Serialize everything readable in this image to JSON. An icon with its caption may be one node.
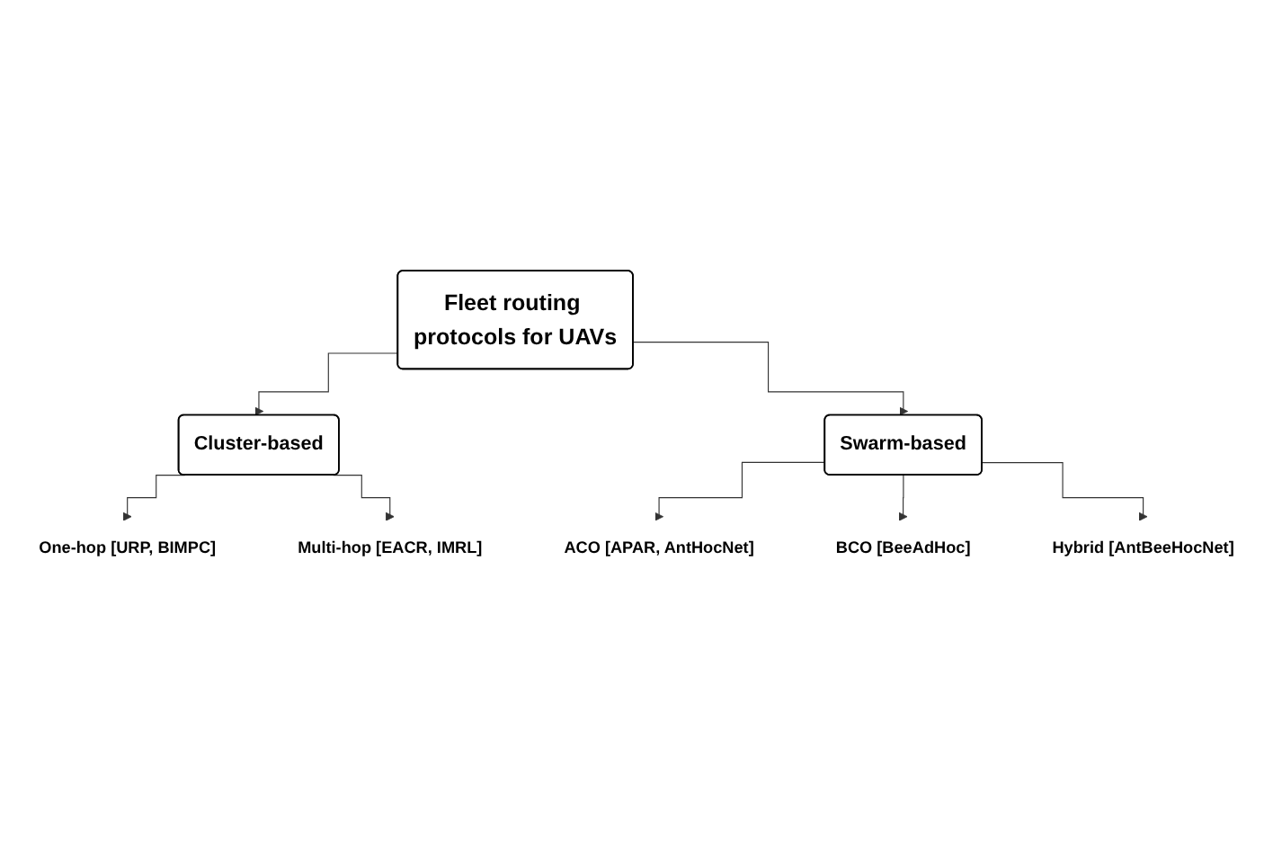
{
  "diagram": {
    "nodes": [
      {
        "text": [
          "Fleet routing protocols for UAVs"
        ]
      },
      {
        "text": [
          "Cluster-based"
        ]
      },
      {
        "text": [
          "Swarm-based"
        ]
      },
      {
        "text": [
          "One-hop [URP, BIMPC]"
        ]
      },
      {
        "text": [
          "Multi-hop [EACR, IMRL]"
        ]
      },
      {
        "text": [
          "ACO [APAR, AntHocNet]"
        ]
      },
      {
        "text": [
          "BCO [BeeAdHoc]"
        ]
      },
      {
        "text": [
          "Hybrid [AntBeeHocNet]"
        ]
      }
    ],
    "edges": [
      {
        "from": 0,
        "to": 1,
        "arrow": "to"
      },
      {
        "from": 0,
        "to": 2,
        "arrow": "to"
      },
      {
        "from": 1,
        "to": 3,
        "arrow": "to"
      },
      {
        "from": 1,
        "to": 4,
        "arrow": "to"
      },
      {
        "from": 2,
        "to": 5,
        "arrow": "to"
      },
      {
        "from": 2,
        "to": 6,
        "arrow": "to"
      },
      {
        "from": 2,
        "to": 7,
        "arrow": "to"
      }
    ]
  }
}
